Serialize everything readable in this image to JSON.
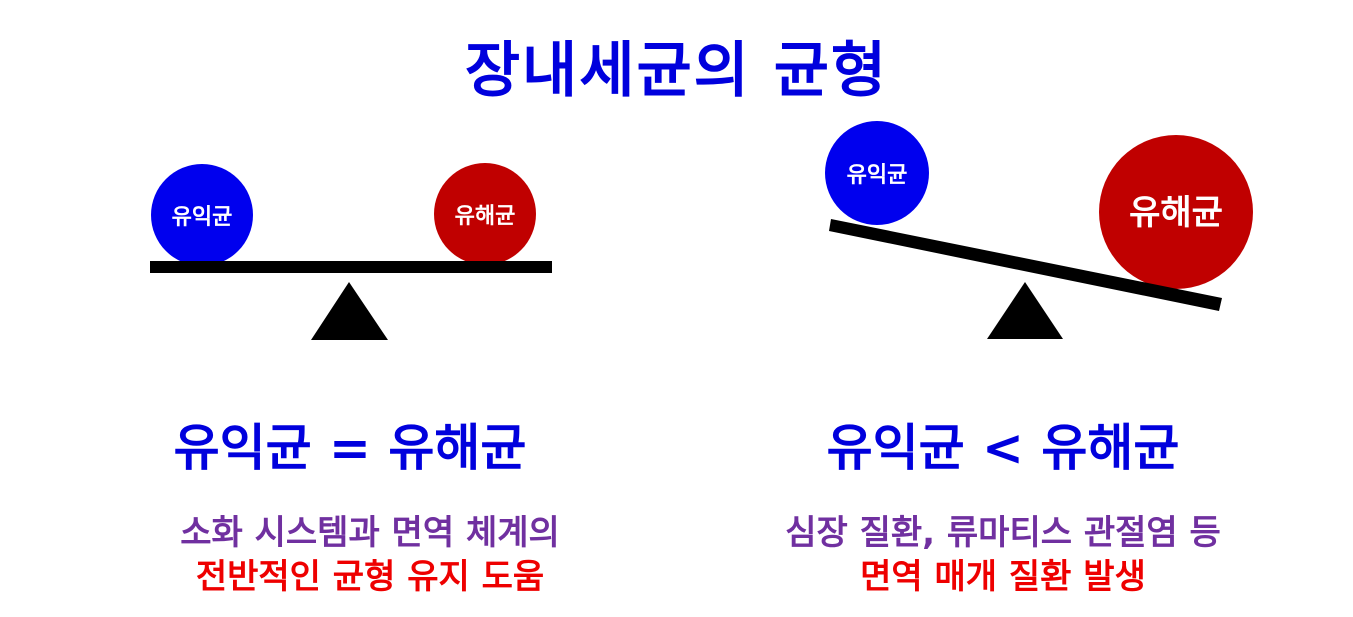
{
  "title": "장내세균의 균형",
  "left": {
    "ball_a": "유익균",
    "ball_b": "유해균",
    "relation": "유익균 = 유해균",
    "line1": "소화 시스템과 면역 체계의",
    "line2": "전반적인 균형 유지 도움"
  },
  "right": {
    "ball_a": "유익균",
    "ball_b": "유해균",
    "relation": "유익균 < 유해균",
    "line1": "심장 질환, 류마티스 관절염 등",
    "line2": "면역 매개 질환 발생"
  },
  "colors": {
    "title": "#0000dd",
    "beneficial": "#0000ee",
    "harmful": "#c00000",
    "desc_purple": "#7030a0",
    "desc_red": "#ee0000"
  }
}
